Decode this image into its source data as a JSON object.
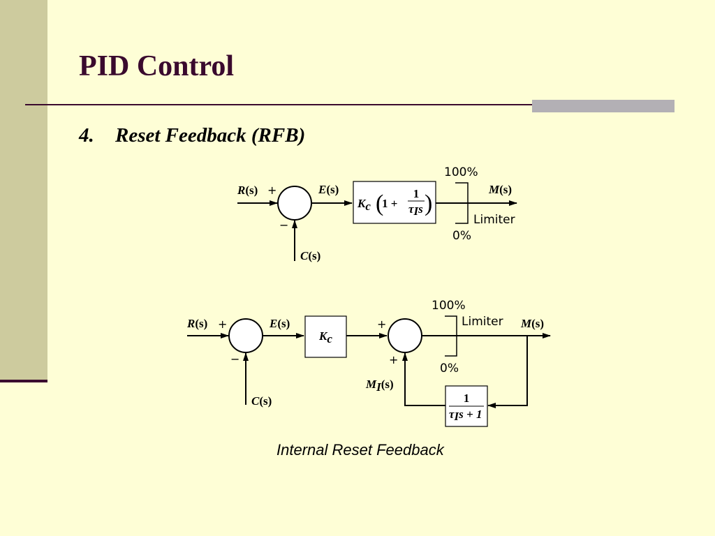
{
  "slide": {
    "title": "PID Control",
    "subtitle_number": "4.",
    "subtitle_text": "Reset Feedback (RFB)",
    "caption": "Internal Reset Feedback"
  },
  "diagram1": {
    "input": {
      "name": "R",
      "arg": "(s)"
    },
    "plus": "+",
    "minus": "−",
    "error": {
      "name": "E",
      "arg": "(s)"
    },
    "feedback": {
      "name": "C",
      "arg": "(s)"
    },
    "controller": {
      "gain": "K",
      "gain_sub": "c",
      "one_plus": "1 +",
      "numerator": "1",
      "tau": "τ",
      "tau_sub": "I",
      "s": "s"
    },
    "limiter": {
      "label": "Limiter",
      "high": "100%",
      "low": "0%"
    },
    "output": {
      "name": "M",
      "arg": "(s)"
    }
  },
  "diagram2": {
    "input": {
      "name": "R",
      "arg": "(s)"
    },
    "plus1": "+",
    "minus1": "−",
    "error": {
      "name": "E",
      "arg": "(s)"
    },
    "feedback": {
      "name": "C",
      "arg": "(s)"
    },
    "gain_block": {
      "gain": "K",
      "gain_sub": "c"
    },
    "plus2": "+",
    "plus3": "+",
    "integral_signal": {
      "name": "M",
      "sub": "I",
      "arg": "(s)"
    },
    "lag_block": {
      "numerator": "1",
      "tau": "τ",
      "tau_sub": "I",
      "s_plus_1": "s + 1"
    },
    "limiter": {
      "label": "Limiter",
      "high": "100%",
      "low": "0%"
    },
    "output": {
      "name": "M",
      "arg": "(s)"
    }
  },
  "colors": {
    "background": "#fefed6",
    "sidebar": "#cdcb9e",
    "accent_dark": "#3a0a2e",
    "accent_grey": "#b3b0b5",
    "block_fill": "#ffffff"
  }
}
